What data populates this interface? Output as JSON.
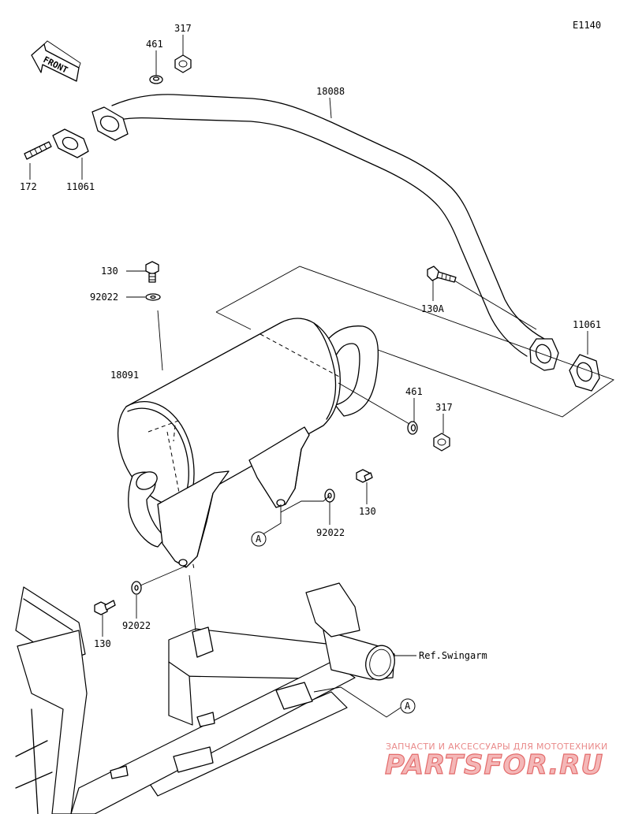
{
  "diagram_code": "E1140",
  "front_marker": "FRONT",
  "callouts": {
    "p317_top": "317",
    "p461_top": "461",
    "p18088": "18088",
    "p172": "172",
    "p11061_left": "11061",
    "p130_top": "130",
    "p92022_top": "92022",
    "p130A": "130A",
    "p11061_right": "11061",
    "p18091": "18091",
    "p461_mid": "461",
    "p317_mid": "317",
    "p130_mid": "130",
    "p92022_mid": "92022",
    "refA_mid": "A",
    "p92022_low": "92022",
    "p130_low": "130",
    "ref_swingarm": "Ref.Swingarm",
    "refA_low": "A"
  },
  "watermark": {
    "line1": "ЗАПЧАСТИ И АКСЕССУАРЫ ДЛЯ МОТОТЕХНИКИ",
    "line2": "PARTSFOR.RU"
  }
}
